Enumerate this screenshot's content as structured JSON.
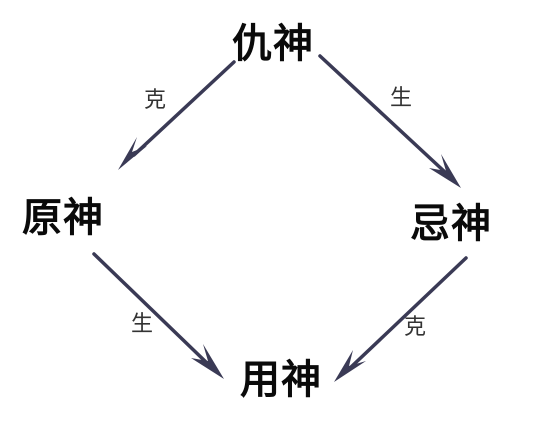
{
  "nodes": {
    "top": "仇神",
    "left": "原神",
    "right": "忌神",
    "bottom": "用神"
  },
  "relations": {
    "top_to_left": "克",
    "top_to_right": "生",
    "left_to_bottom": "生",
    "right_to_bottom": "克"
  },
  "colors": {
    "arrow": "#3a3a55",
    "text": "#0a0a0a"
  }
}
